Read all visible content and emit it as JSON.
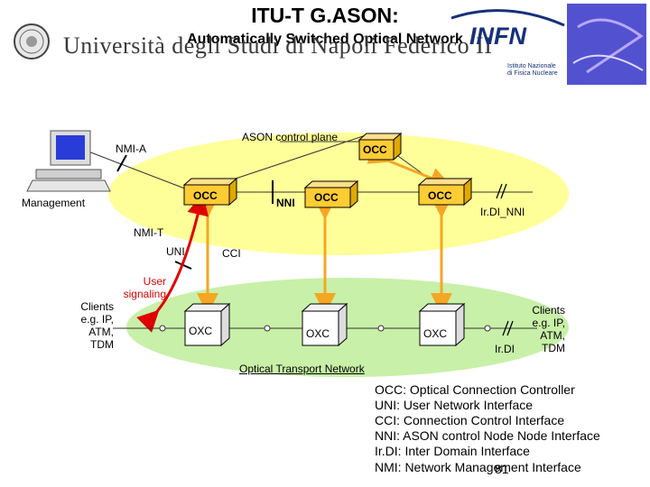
{
  "header": {
    "title": "ITU-T G.ASON:",
    "subtitle": "Automatically Switched Optical Network",
    "university_logo_text": "Università degli Studi di Napoli Federico II",
    "infn_logo_text": "INFN",
    "infn_subtitle": "Istituto Nazionale di Fisica Nucleare"
  },
  "diagram": {
    "control_plane_label": "ASON control plane",
    "transport_network_label": "Optical Transport Network",
    "management_label": "Management",
    "nmi_a_label": "NMI-A",
    "nmi_t_label": "NMI-T",
    "uni_label": "UNI",
    "cci_label": "CCI",
    "nni_label": "NNI",
    "irdi_nni_label": "Ir.DI_NNI",
    "irdi_label": "Ir.DI",
    "user_signaling_label": "User signaling",
    "clients_left_label": "Clients e.g. IP, ATM, TDM",
    "clients_right_label": "Clients e.g. IP, ATM, TDM",
    "occ_label": "OCC",
    "oxc_label": "OXC"
  },
  "legend": [
    "OCC: Optical Connection Controller",
    "UNI: User Network Interface",
    "CCI: Connection Control Interface",
    "NNI: ASON control Node Node Interface",
    "Ir.DI: Inter Domain Interface",
    "NMI: Network Management Interface"
  ],
  "page_number": "81",
  "colors": {
    "control_plane": "#ffff99",
    "transport_plane": "#c8f0a8",
    "occ_box": "#ffcc33",
    "link": "#f5a623",
    "signaling": "#e00000"
  }
}
